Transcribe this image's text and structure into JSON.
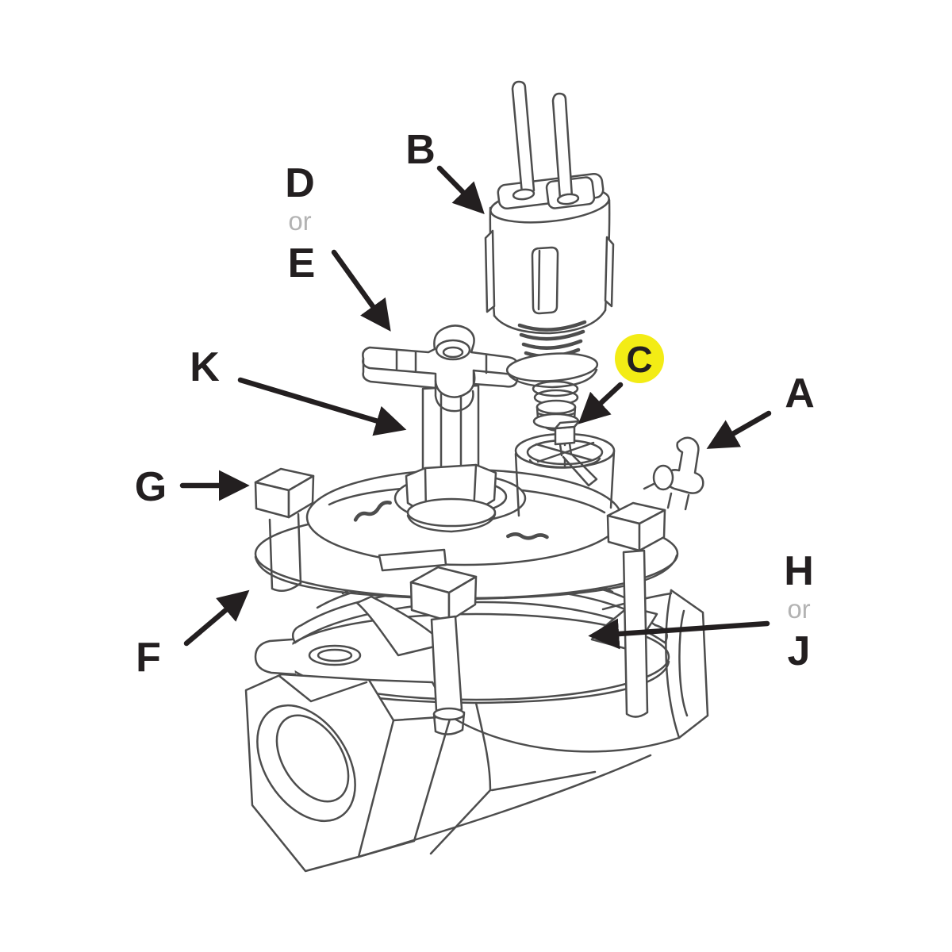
{
  "diagram": {
    "description": "Exploded-view line illustration of a solenoid irrigation control valve with lettered part callouts",
    "background_color": "#ffffff",
    "line_color": "#4d4d4d",
    "label_color": "#231f20",
    "or_color": "#b3b3b3",
    "highlight_circle_color": "#f3ec15",
    "highlighted_label": "C"
  },
  "labels": {
    "a": "A",
    "b": "B",
    "c": "C",
    "d": "D",
    "e": "E",
    "f": "F",
    "g": "G",
    "h": "H",
    "j": "J",
    "k": "K"
  },
  "connectors": {
    "d_or_e": "or",
    "h_or_j": "or"
  }
}
